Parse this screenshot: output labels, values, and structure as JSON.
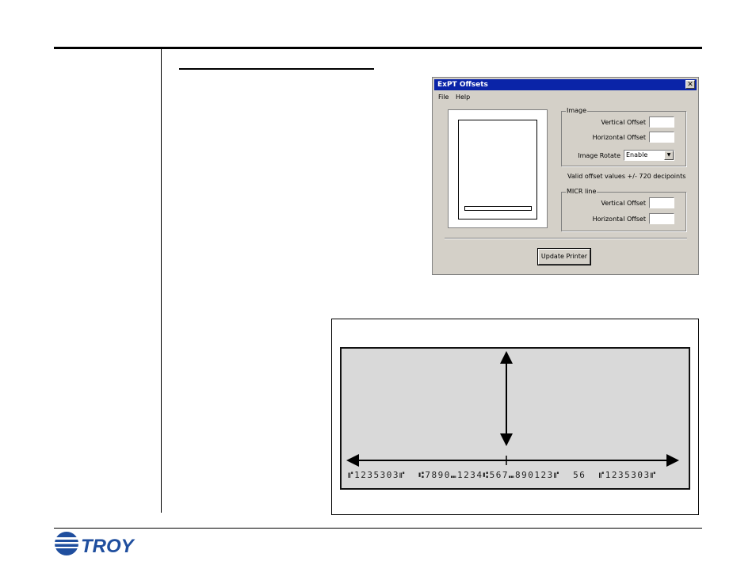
{
  "dialog": {
    "title": "ExPT Offsets",
    "close_glyph": "✕",
    "menu": [
      "File",
      "Help"
    ],
    "image_group_label": "Image",
    "vertical_offset_label": "Vertical Offset",
    "horizontal_offset_label": "Horizontal Offset",
    "image_rotate_label": "Image Rotate",
    "image_rotate_value": "Enable",
    "valid_values_note": "Valid offset values +/- 720 decipoints",
    "micr_group_label": "MICR line",
    "micr_vertical_offset_label": "Vertical Offset",
    "micr_horizontal_offset_label": "Horizontal Offset",
    "update_button": "Update Printer"
  },
  "figure": {
    "micr_text": "⑈1235303⑈  ⑆7890⑉1234⑆567⑉890123⑈  56  ⑈1235303⑈"
  },
  "logo": {
    "text": "TROY"
  }
}
